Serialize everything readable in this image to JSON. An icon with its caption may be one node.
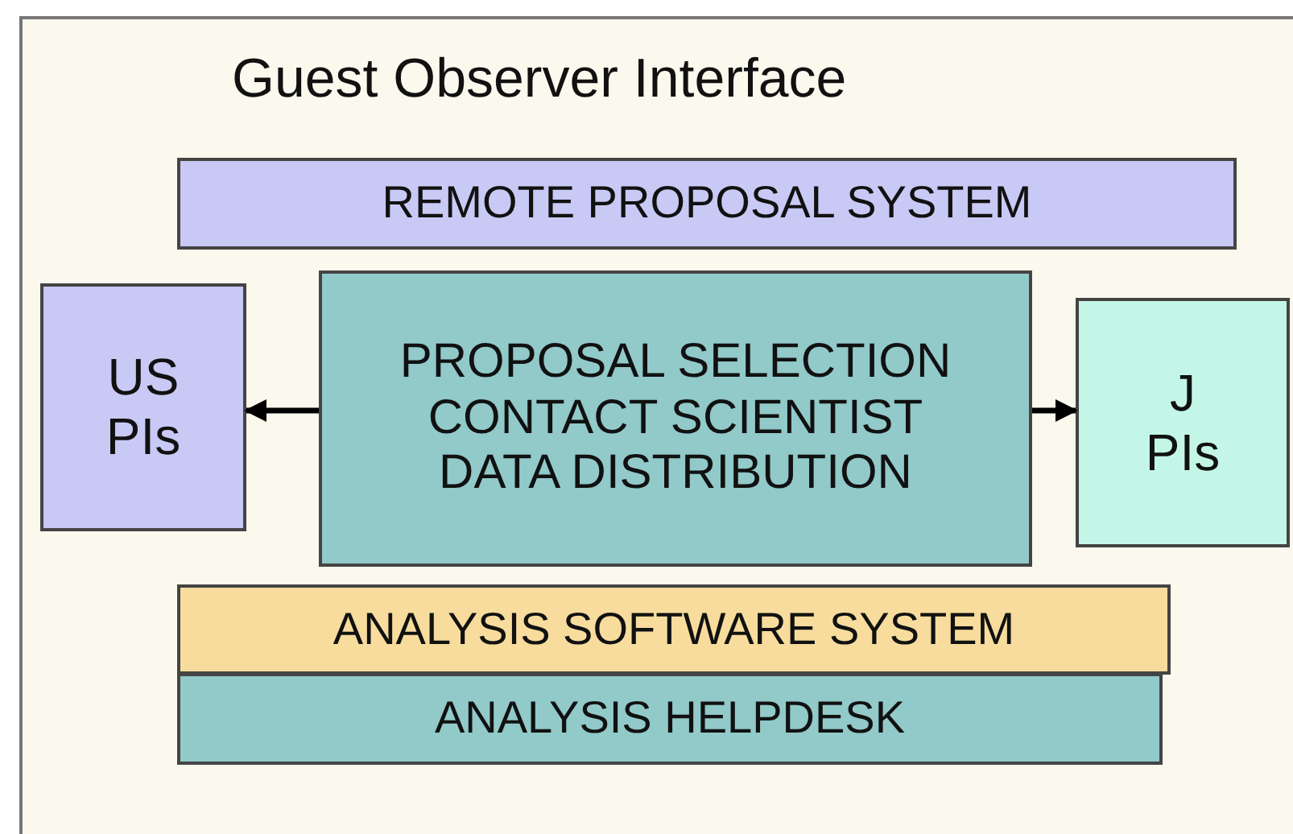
{
  "diagram": {
    "title": "Guest Observer Interface",
    "nodes": [
      {
        "text": [
          "REMOTE PROPOSAL SYSTEM"
        ]
      },
      {
        "text": [
          "US PIs"
        ]
      },
      {
        "text": [
          "PROPOSAL SELECTION",
          "CONTACT SCIENTIST",
          "DATA DISTRIBUTION"
        ]
      },
      {
        "text": [
          "J PIs"
        ]
      },
      {
        "text": [
          "ANALYSIS SOFTWARE SYSTEM"
        ]
      },
      {
        "text": [
          "ANALYSIS HELPDESK"
        ]
      }
    ],
    "edges": [
      {
        "from": 2,
        "to": 1,
        "arrow": "to"
      },
      {
        "from": 2,
        "to": 3,
        "arrow": "to"
      }
    ]
  }
}
